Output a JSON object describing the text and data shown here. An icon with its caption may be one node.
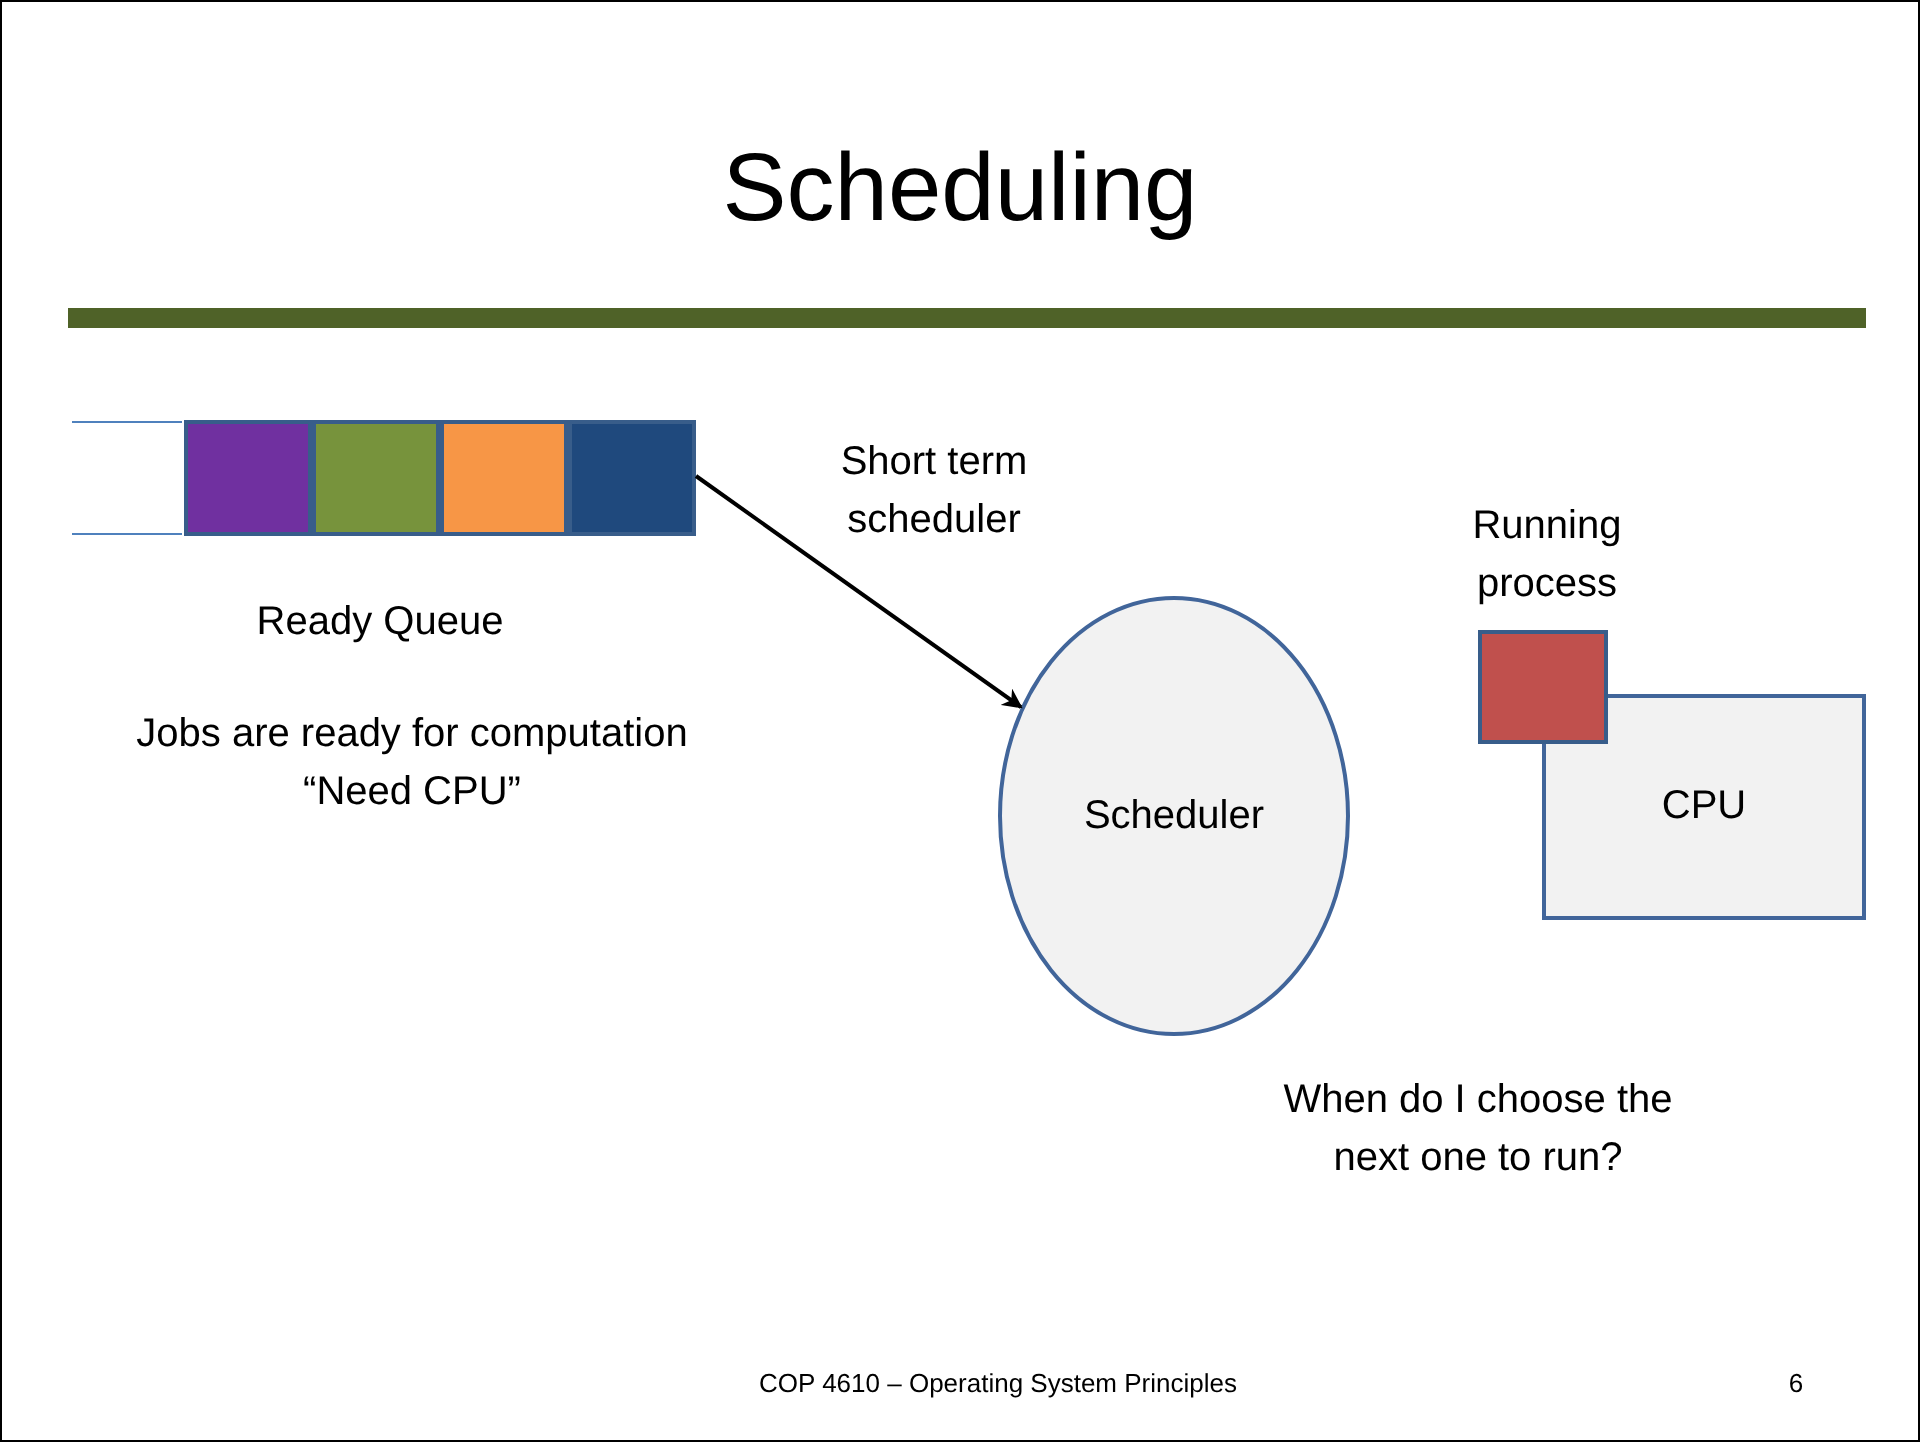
{
  "diagram": {
    "title": "Scheduling",
    "nodes": [
      {
        "text": [],
        "shape": "box"
      },
      {
        "text": [],
        "shape": "box"
      },
      {
        "text": [],
        "shape": "box"
      },
      {
        "text": [],
        "shape": "box"
      },
      {
        "text": [
          "Scheduler"
        ]
      },
      {
        "text": [
          "CPU"
        ]
      },
      {
        "text": [],
        "shape": "box",
        "beside": [
          "Running process"
        ]
      }
    ],
    "edges": [
      {
        "from": 3,
        "to": 4,
        "arrow": "to",
        "label": "Short term scheduler"
      }
    ],
    "labels": [
      "Ready Queue",
      "Jobs are ready for computation “Need CPU”",
      "When do I choose the next one to run?",
      "COP 4610 – Operating System Principles",
      "6"
    ]
  }
}
